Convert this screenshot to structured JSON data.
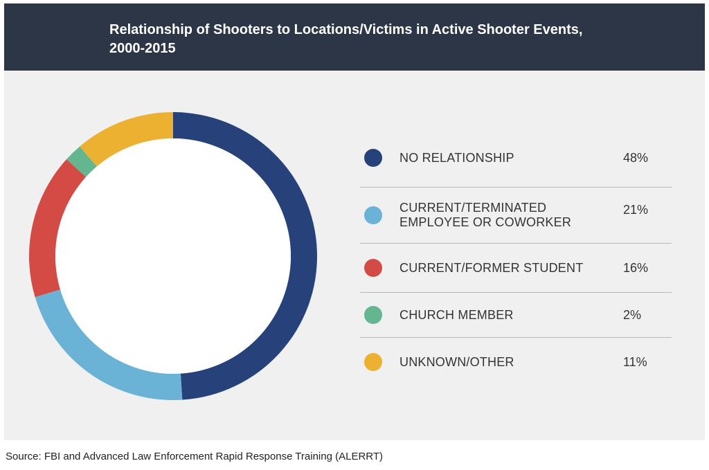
{
  "header": {
    "title_line1": "Relationship of Shooters to Locations/Victims in Active Shooter Events,",
    "title_line2": "2000-2015"
  },
  "chart_data": {
    "type": "pie",
    "title": "Relationship of Shooters to Locations/Victims in Active Shooter Events, 2000-2015",
    "categories": [
      "NO RELATIONSHIP",
      "CURRENT/TERMINATED EMPLOYEE OR COWORKER",
      "CURRENT/FORMER STUDENT",
      "CHURCH MEMBER",
      "UNKNOWN/OTHER"
    ],
    "values": [
      48,
      21,
      16,
      2,
      11
    ],
    "value_labels": [
      "48%",
      "21%",
      "16%",
      "2%",
      "11%"
    ],
    "colors": [
      "#27427a",
      "#6ab2d6",
      "#d44a45",
      "#63b690",
      "#ecb130"
    ],
    "legend_placement": "right"
  },
  "legend": {
    "items": [
      {
        "label_line1": "NO RELATIONSHIP",
        "label_line2": "",
        "pct": "48%"
      },
      {
        "label_line1": "CURRENT/TERMINATED",
        "label_line2": "EMPLOYEE OR COWORKER",
        "pct": "21%"
      },
      {
        "label_line1": "CURRENT/FORMER STUDENT",
        "label_line2": "",
        "pct": "16%"
      },
      {
        "label_line1": "CHURCH MEMBER",
        "label_line2": "",
        "pct": "2%"
      },
      {
        "label_line1": "UNKNOWN/OTHER",
        "label_line2": "",
        "pct": "11%"
      }
    ]
  },
  "footer": {
    "source": "Source: FBI and Advanced Law Enforcement Rapid Response Training (ALERRT)"
  }
}
